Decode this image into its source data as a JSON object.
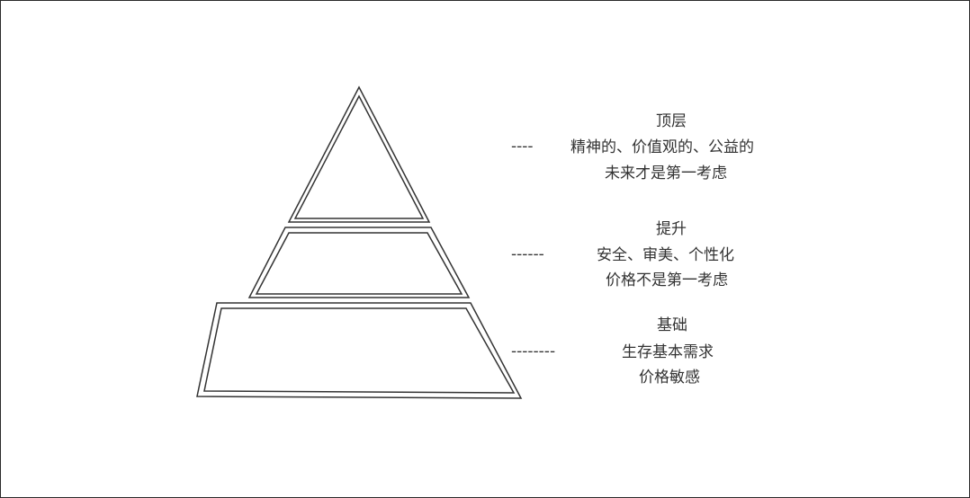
{
  "tiers": [
    {
      "title": "顶层",
      "line1": "精神的、价值观的、公益的",
      "line2": "未来才是第一考虑",
      "dash": "----"
    },
    {
      "title": "提升",
      "line1": "安全、审美、个性化",
      "line2": "价格不是第一考虑",
      "dash": "------"
    },
    {
      "title": "基础",
      "line1": "生存基本需求",
      "line2": "价格敏感",
      "dash": "--------"
    }
  ],
  "colors": {
    "stroke": "#333333",
    "text": "#333333",
    "border": "#2a2a2a",
    "background": "#ffffff"
  }
}
